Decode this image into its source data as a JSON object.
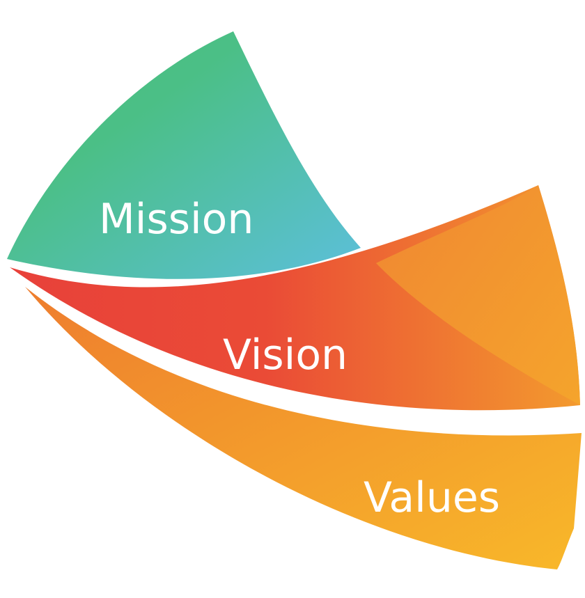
{
  "segments": {
    "mission": {
      "label": "Mission",
      "colors": [
        "#4BBF7E",
        "#5CBFDB"
      ]
    },
    "vision": {
      "label": "Vision",
      "colors": [
        "#E8413A",
        "#F39A2E"
      ]
    },
    "values": {
      "label": "Values",
      "colors": [
        "#EE8B2D",
        "#F7B52A"
      ]
    }
  }
}
